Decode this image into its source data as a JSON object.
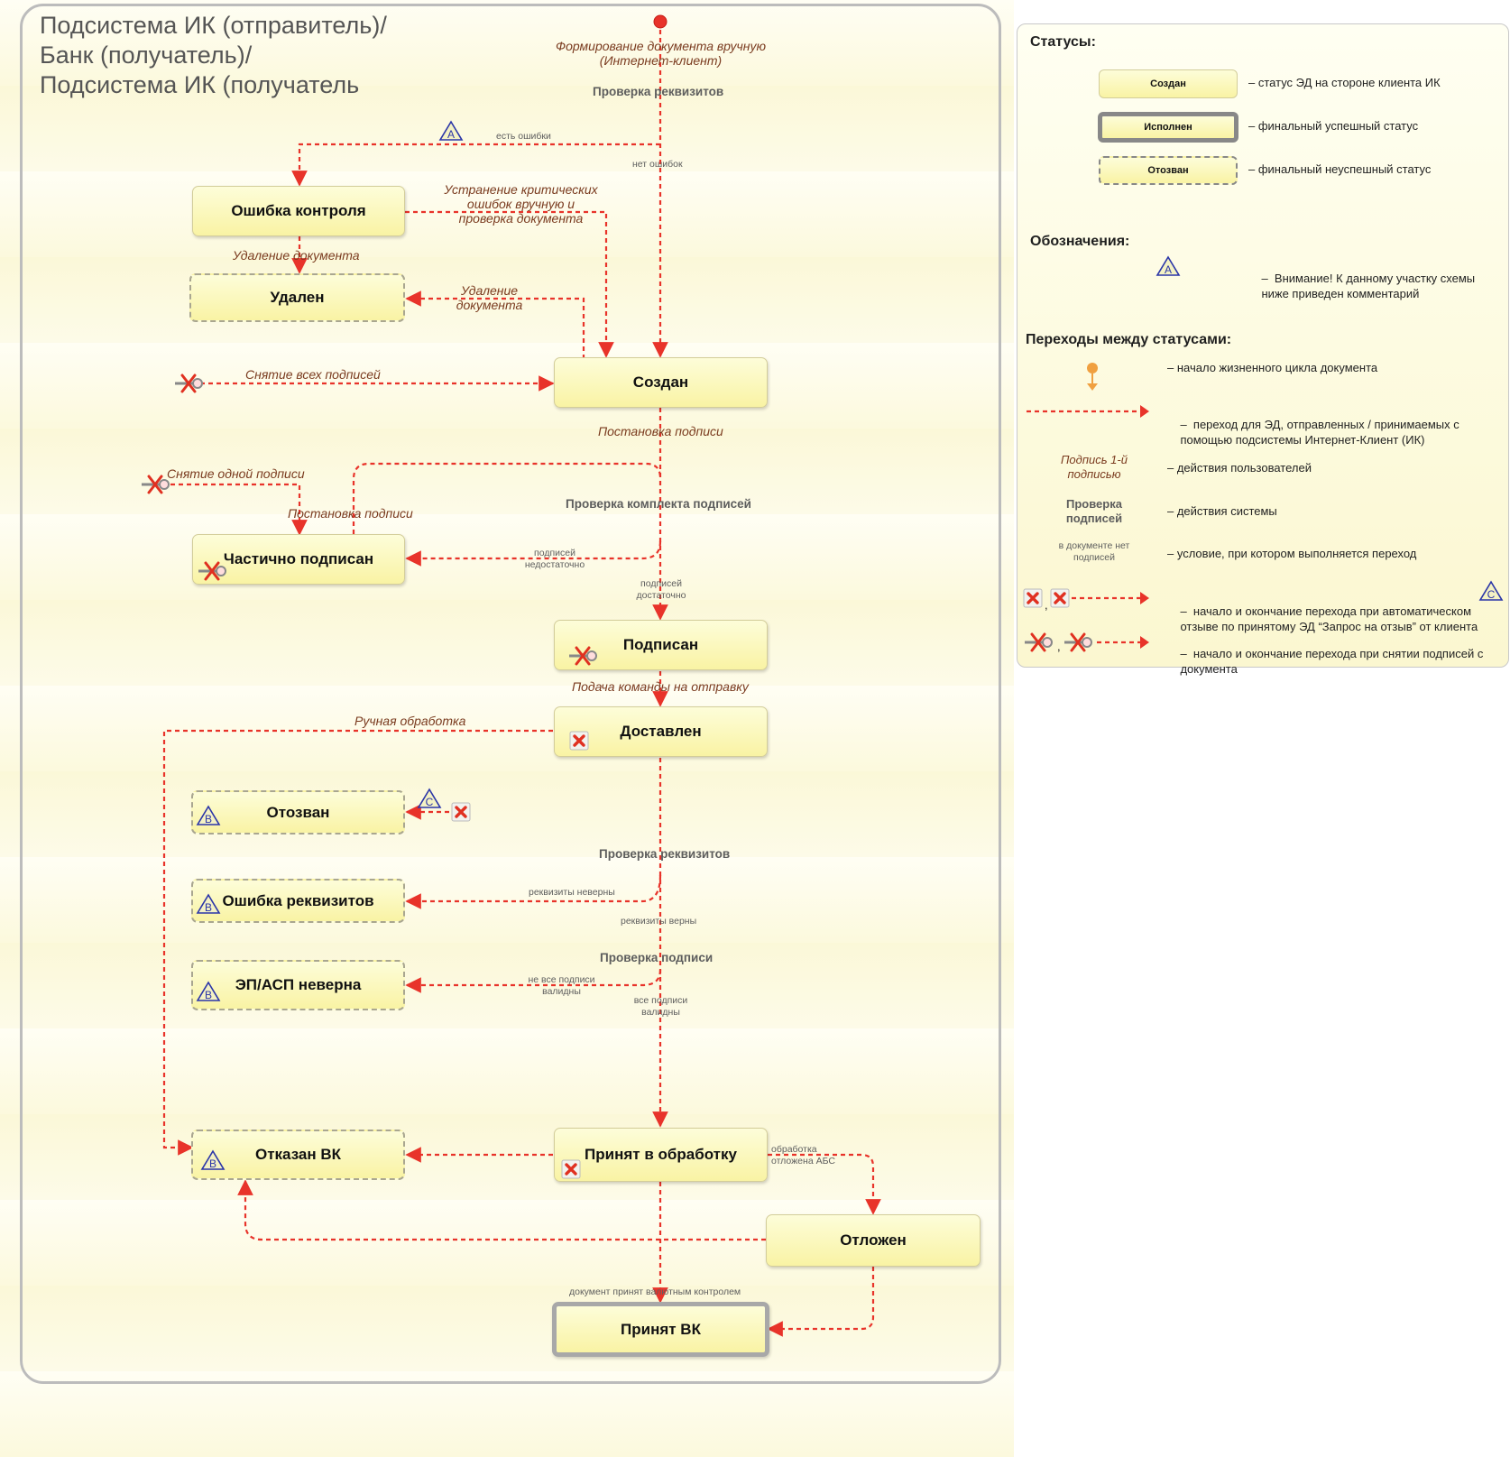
{
  "lane_title": [
    "Подсистема ИК  (отправитель)/",
    "Банк (получатель)/",
    "Подсистема ИК  (получатель"
  ],
  "states": {
    "oshibka_kontrolya": "Ошибка контроля",
    "udalen": "Удален",
    "sozdan": "Создан",
    "chastichno": "Частично подписан",
    "podpisan": "Подписан",
    "dostavlen": "Доставлен",
    "otozvan": "Отозван",
    "oshibka_rekv": "Ошибка реквизитов",
    "ep_neverna": "ЭП/АСП неверна",
    "otkazan_vk": "Отказан ВК",
    "prinyat_obr": "Принят в обработку",
    "otlozhen": "Отложен",
    "prinyat_vk": "Принят ВК"
  },
  "user_actions": {
    "formirovanie": "Формирование  документа вручную\n(Интернет-клиент)",
    "ustranenie": "Устранение критических\nошибок вручную и\nпроверка документа",
    "udalenie1": "Удаление документа",
    "udalenie2": "Удаление\nдокумента",
    "snyatie_vseh": "Снятие всех подписей",
    "postanovka1": "Постановка подписи",
    "snyatie_odnoy": "Снятие одной подписи",
    "postanovka2": "Постановка подписи",
    "podacha": "Подача команды на отправку",
    "ruchnaya": "Ручная обработка"
  },
  "system_actions": {
    "proverka_rekv1": "Проверка реквизитов",
    "proverka_komplekta": "Проверка комплекта  подписей",
    "proverka_rekv2": "Проверка реквизитов",
    "proverka_podpisi": "Проверка подписи"
  },
  "conditions": {
    "est_oshibki": "есть ошибки",
    "net_oshibok": "нет  ошибок",
    "podpisey_nedost": "подписей\nнедостаточно",
    "podpisey_dost": "подписей\nдостаточно",
    "rekv_neverny": "реквизиты неверны",
    "rekv_verny": "реквизиты верны",
    "ne_vse": "не все подписи\nвалидны",
    "vse": "все подписи\nвалидны",
    "obrabotka_otl": "обработка\nотложена АБС",
    "prinyat_vk": "документ принят валютным контролем"
  },
  "marker_letters": {
    "a": "A",
    "b": "B",
    "c": "C"
  },
  "legend": {
    "statuses_title": "Статусы:",
    "state_created": "Создан",
    "state_done": "Исполнен",
    "state_revoked": "Отозван",
    "desc_created": "–  статус ЭД  на стороне клиента ИК",
    "desc_done": "–  финальный успешный статус",
    "desc_revoked": "–  финальный неуспешный статус",
    "notation_title": "Обозначения:",
    "notation_warn": "–  Внимание! К данному участку схемы\n    ниже приведен комментарий",
    "transitions_title": "Переходы между статусами:",
    "t_start": "–  начало жизненного цикла документа",
    "t_arrow": "–  переход для ЭД, отправленных / принимаемых с\n    помощью подсистемы Интернет-Клиент (ИК)",
    "ex_user": "Подпись 1-й\nподписью",
    "t_user": "–  действия пользователей",
    "ex_system": "Проверка\nподписей",
    "t_system": "–  действия системы",
    "ex_cond": "в документе нет\nподписей",
    "t_cond": "–  условие, при котором выполняется переход",
    "t_auto": "–  начало и окончание перехода при автоматическом\n    отзыве по принятому ЭД “Запрос на отзыв” от клиента",
    "t_sign": "–  начало и окончание перехода при снятии подписей с\n    документа",
    "comma": ","
  },
  "colors": {
    "accent": "#e8332a",
    "state_fill": "#f9f3a4",
    "marker": "#2a35a8",
    "start": "#f0a040"
  }
}
